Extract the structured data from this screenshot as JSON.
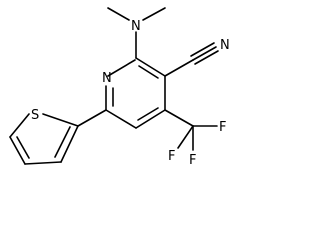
{
  "molecule": {
    "atoms": {
      "pyridine_n": "N",
      "amine_n": "N",
      "nitrile_n": "N",
      "sulfur": "S",
      "fluorine_1": "F",
      "fluorine_2": "F",
      "fluorine_3": "F"
    }
  }
}
